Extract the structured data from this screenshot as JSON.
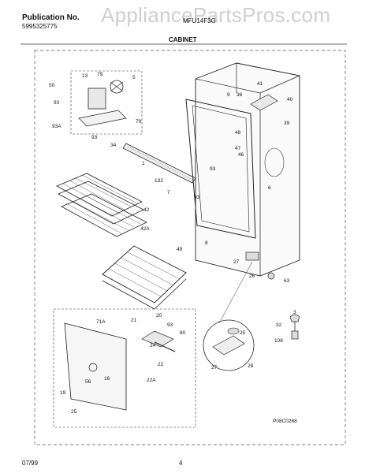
{
  "watermark": "AppliancePartsPros.com",
  "header": {
    "publication_label": "Publication No.",
    "publication_number": "5995325775",
    "model_number": "MFU14F3G",
    "section_title": "CABINET"
  },
  "footer": {
    "date": "07/99",
    "page_number": "4"
  },
  "diagram_code": "P08C0268",
  "callouts": {
    "c13": "13",
    "c79a": "79",
    "c5": "5",
    "c50": "50",
    "c93a": "93",
    "c93b": "93A",
    "c79b": "79",
    "c93c": "93",
    "c34": "34",
    "c1": "1",
    "c132": "132",
    "c7": "7",
    "c42": "42",
    "c42a": "42A",
    "c49": "49",
    "c41": "41",
    "c9": "9",
    "c36": "36",
    "c40": "40",
    "c39": "39",
    "c48": "48",
    "c47": "47",
    "c46": "46",
    "c93d": "93",
    "c93e": "93",
    "c6": "6",
    "c8": "8",
    "c27a": "27",
    "c26": "26",
    "c63": "63",
    "c71a": "71A",
    "c21": "21",
    "c20": "20",
    "c93f": "93",
    "c80": "80",
    "c24": "24",
    "c22": "22",
    "c22a": "22A",
    "c16": "16",
    "c56": "56",
    "c19": "19",
    "c25": "25",
    "c3": "3",
    "c32": "32",
    "c108": "108",
    "c25b": "25",
    "c27b": "27",
    "c28": "28"
  }
}
